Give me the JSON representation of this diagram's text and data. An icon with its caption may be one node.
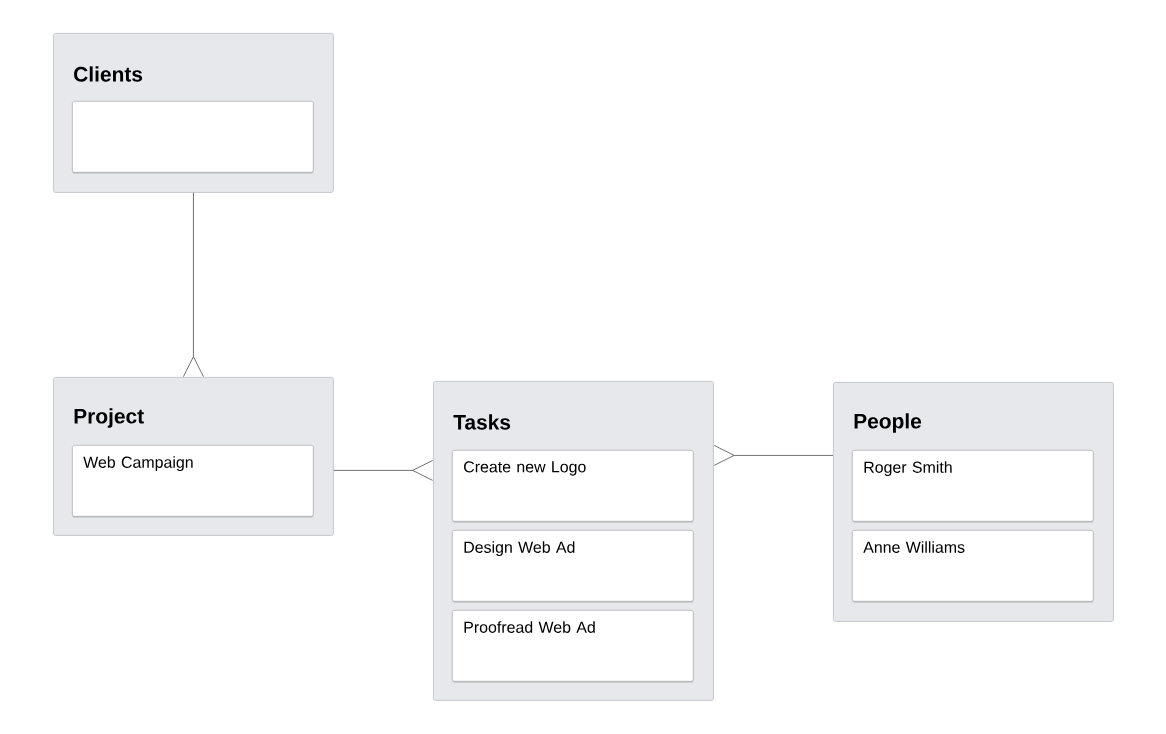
{
  "diagram": {
    "nodes": [
      {
        "text": [
          "Clients"
        ]
      },
      {
        "text": [],
        "shape": "box",
        "in": 0
      },
      {
        "text": [
          "Project"
        ]
      },
      {
        "text": [
          "Web Campaign"
        ],
        "in": 2
      },
      {
        "text": [
          "Tasks"
        ]
      },
      {
        "text": [
          "Create new Logo"
        ],
        "in": 4
      },
      {
        "text": [
          "Design Web Ad"
        ],
        "in": 4
      },
      {
        "text": [
          "Proofread Web Ad"
        ],
        "in": 4
      },
      {
        "text": [
          "People"
        ]
      },
      {
        "text": [
          "Roger Smith"
        ],
        "in": 8
      },
      {
        "text": [
          "Anne Williams"
        ],
        "in": 8
      }
    ],
    "edges": [
      {
        "from": 0,
        "to": 2,
        "arrow": "other"
      },
      {
        "from": 2,
        "to": 4,
        "arrow": "other"
      },
      {
        "from": 8,
        "to": 4,
        "arrow": "other"
      }
    ]
  }
}
